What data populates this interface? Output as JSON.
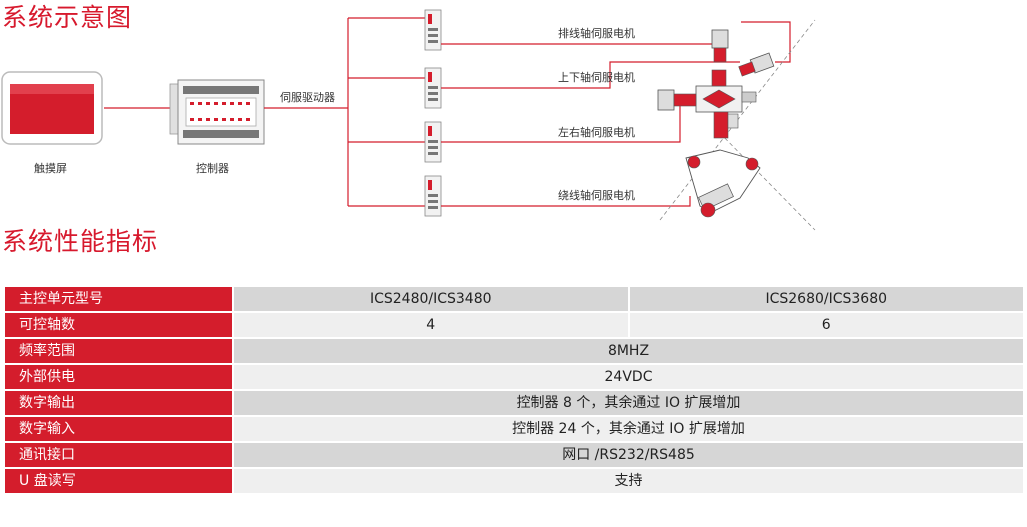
{
  "section1": {
    "title": "系统示意图"
  },
  "diagram": {
    "touchscreen_label": "触摸屏",
    "controller_label": "控制器",
    "servo_driver_label": "伺服驱动器",
    "motors": [
      "排线轴伺服电机",
      "上下轴伺服电机",
      "左右轴伺服电机",
      "绕线轴伺服电机"
    ]
  },
  "section2": {
    "title": "系统性能指标"
  },
  "spec_table": {
    "rows": [
      {
        "label": "主控单元型号",
        "values": [
          "ICS2480/ICS3480",
          "ICS2680/ICS3680"
        ]
      },
      {
        "label": "可控轴数",
        "values": [
          "4",
          "6"
        ]
      },
      {
        "label": "频率范围",
        "values": [
          "8MHZ"
        ]
      },
      {
        "label": "外部供电",
        "values": [
          "24VDC"
        ]
      },
      {
        "label": "数字输出",
        "values": [
          "控制器 8 个，其余通过 IO 扩展增加"
        ]
      },
      {
        "label": "数字输入",
        "values": [
          "控制器 24 个，其余通过 IO 扩展增加"
        ]
      },
      {
        "label": "通讯接口",
        "values": [
          "网口 /RS232/RS485"
        ]
      },
      {
        "label": "U 盘读写",
        "values": [
          "支持"
        ]
      }
    ]
  },
  "colors": {
    "accent": "#d41d2c",
    "row_dark": "#d6d6d6",
    "row_light": "#efefef"
  }
}
